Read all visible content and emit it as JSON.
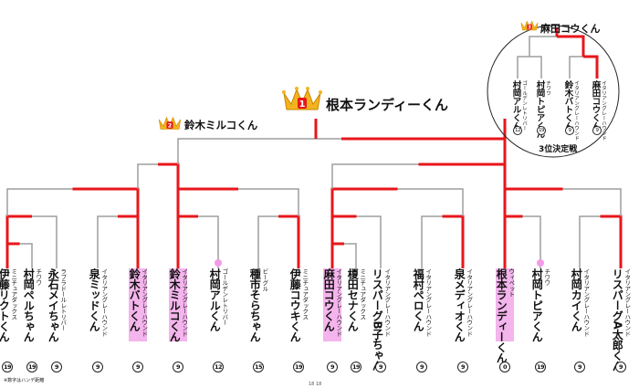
{
  "champion": {
    "place": "1",
    "name": "根本ランディーくん"
  },
  "runner_up": {
    "place": "2",
    "name": "鈴木ミルコくん"
  },
  "third_place": {
    "place": "3",
    "name": "麻田コウくん",
    "label": "3位決定戦",
    "entries": [
      {
        "name": "村岡アルくん",
        "breed": "ゴールデンレトリバー",
        "rank": "12"
      },
      {
        "name": "村岡トピアくん",
        "breed": "チワワ",
        "rank": "19"
      },
      {
        "name": "鈴木バトくん",
        "breed": "イタリアングレーハウンド",
        "rank": "9"
      },
      {
        "name": "麻田コウくん",
        "breed": "イタリアングレーハウンド",
        "rank": "9"
      }
    ]
  },
  "entries": [
    {
      "name": "伊藤リクトくん",
      "breed": "ミニチュアダックス",
      "rank": "19"
    },
    {
      "name": "村岡ペルちゃん",
      "breed": "チワワ",
      "rank": "19"
    },
    {
      "name": "永石メイちゃん",
      "breed": "ラブラドールレトリバー",
      "rank": "9"
    },
    {
      "name": "泉ミッドくん",
      "breed": "イタリアングレーハウンド",
      "rank": "9"
    },
    {
      "name": "鈴木バトくん",
      "breed": "イタリアングレーハウンド",
      "rank": "9"
    },
    {
      "name": "鈴木ミルコくん",
      "breed": "イタリアングレーハウンド",
      "rank": "9"
    },
    {
      "name": "村岡アルくん",
      "breed": "ゴールデンレトリバー",
      "rank": "12"
    },
    {
      "name": "種市そらちゃん",
      "breed": "ビーグル",
      "rank": "15"
    },
    {
      "name": "伊藤コウキくん",
      "breed": "ミニチュアダックス",
      "rank": "19"
    },
    {
      "name": "麻田コウくん",
      "breed": "イタリアングレーハウンド",
      "rank": "9"
    },
    {
      "name": "榎田セナくん",
      "breed": "ミニチュアダックス",
      "rank": "19"
    },
    {
      "name": "リスパーグB子ちゃん",
      "breed": "イタリアングレーハウンド",
      "rank": "9"
    },
    {
      "name": "福村ペロくん",
      "breed": "イタリアングレーハウンド",
      "rank": "9"
    },
    {
      "name": "泉メディオくん",
      "breed": "イタリアングレーハウンド",
      "rank": "9"
    },
    {
      "name": "根本ランディーくん",
      "breed": "ウィペット",
      "rank": "0"
    },
    {
      "name": "村岡トピアくん",
      "breed": "チワワ",
      "rank": "19"
    },
    {
      "name": "村岡カイくん",
      "breed": "イタリアングレーハウンド",
      "rank": "9"
    },
    {
      "name": "リスパーグA太郎くん",
      "breed": "イタリアングレーハウンド",
      "rank": "9"
    }
  ],
  "note": "※数字はハンデ距離",
  "footer": "18  18",
  "colors": {
    "win": "#e8161b",
    "line": "#9e9e9e",
    "highlight": "#f4b4ec",
    "dot": "#f39ae8"
  }
}
